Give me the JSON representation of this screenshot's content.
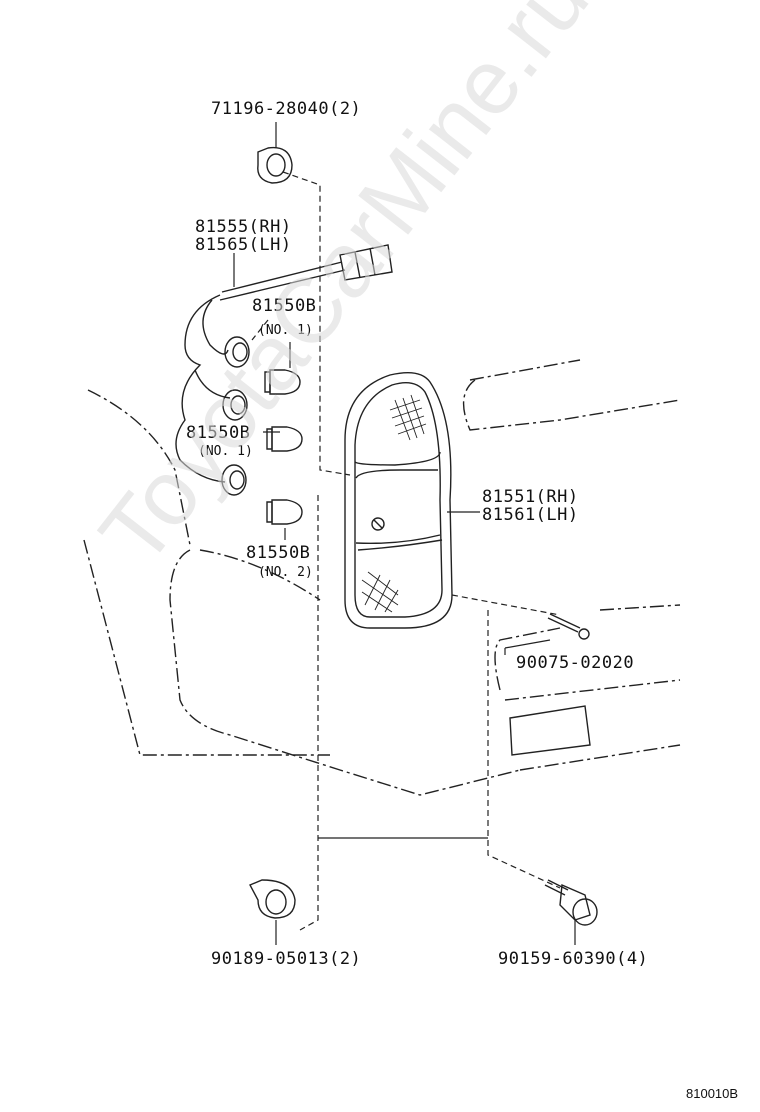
{
  "parts": {
    "clip_top": "71196-28040(2)",
    "wire_rh": "81555(RH)",
    "wire_lh": "81565(LH)",
    "bulb_a": "81550B",
    "bulb_a_note": "(NO. 1)",
    "bulb_b": "81550B",
    "bulb_b_note": "(NO. 1)",
    "bulb_c": "81550B",
    "bulb_c_note": "(NO. 2)",
    "lamp_rh": "81551(RH)",
    "lamp_lh": "81561(LH)",
    "screw": "90075-02020",
    "clip_bottom": "90189-05013(2)",
    "bolt": "90159-60390(4)"
  },
  "diagram_code": "810010B",
  "watermark": "ToyotaCarMine.ru"
}
